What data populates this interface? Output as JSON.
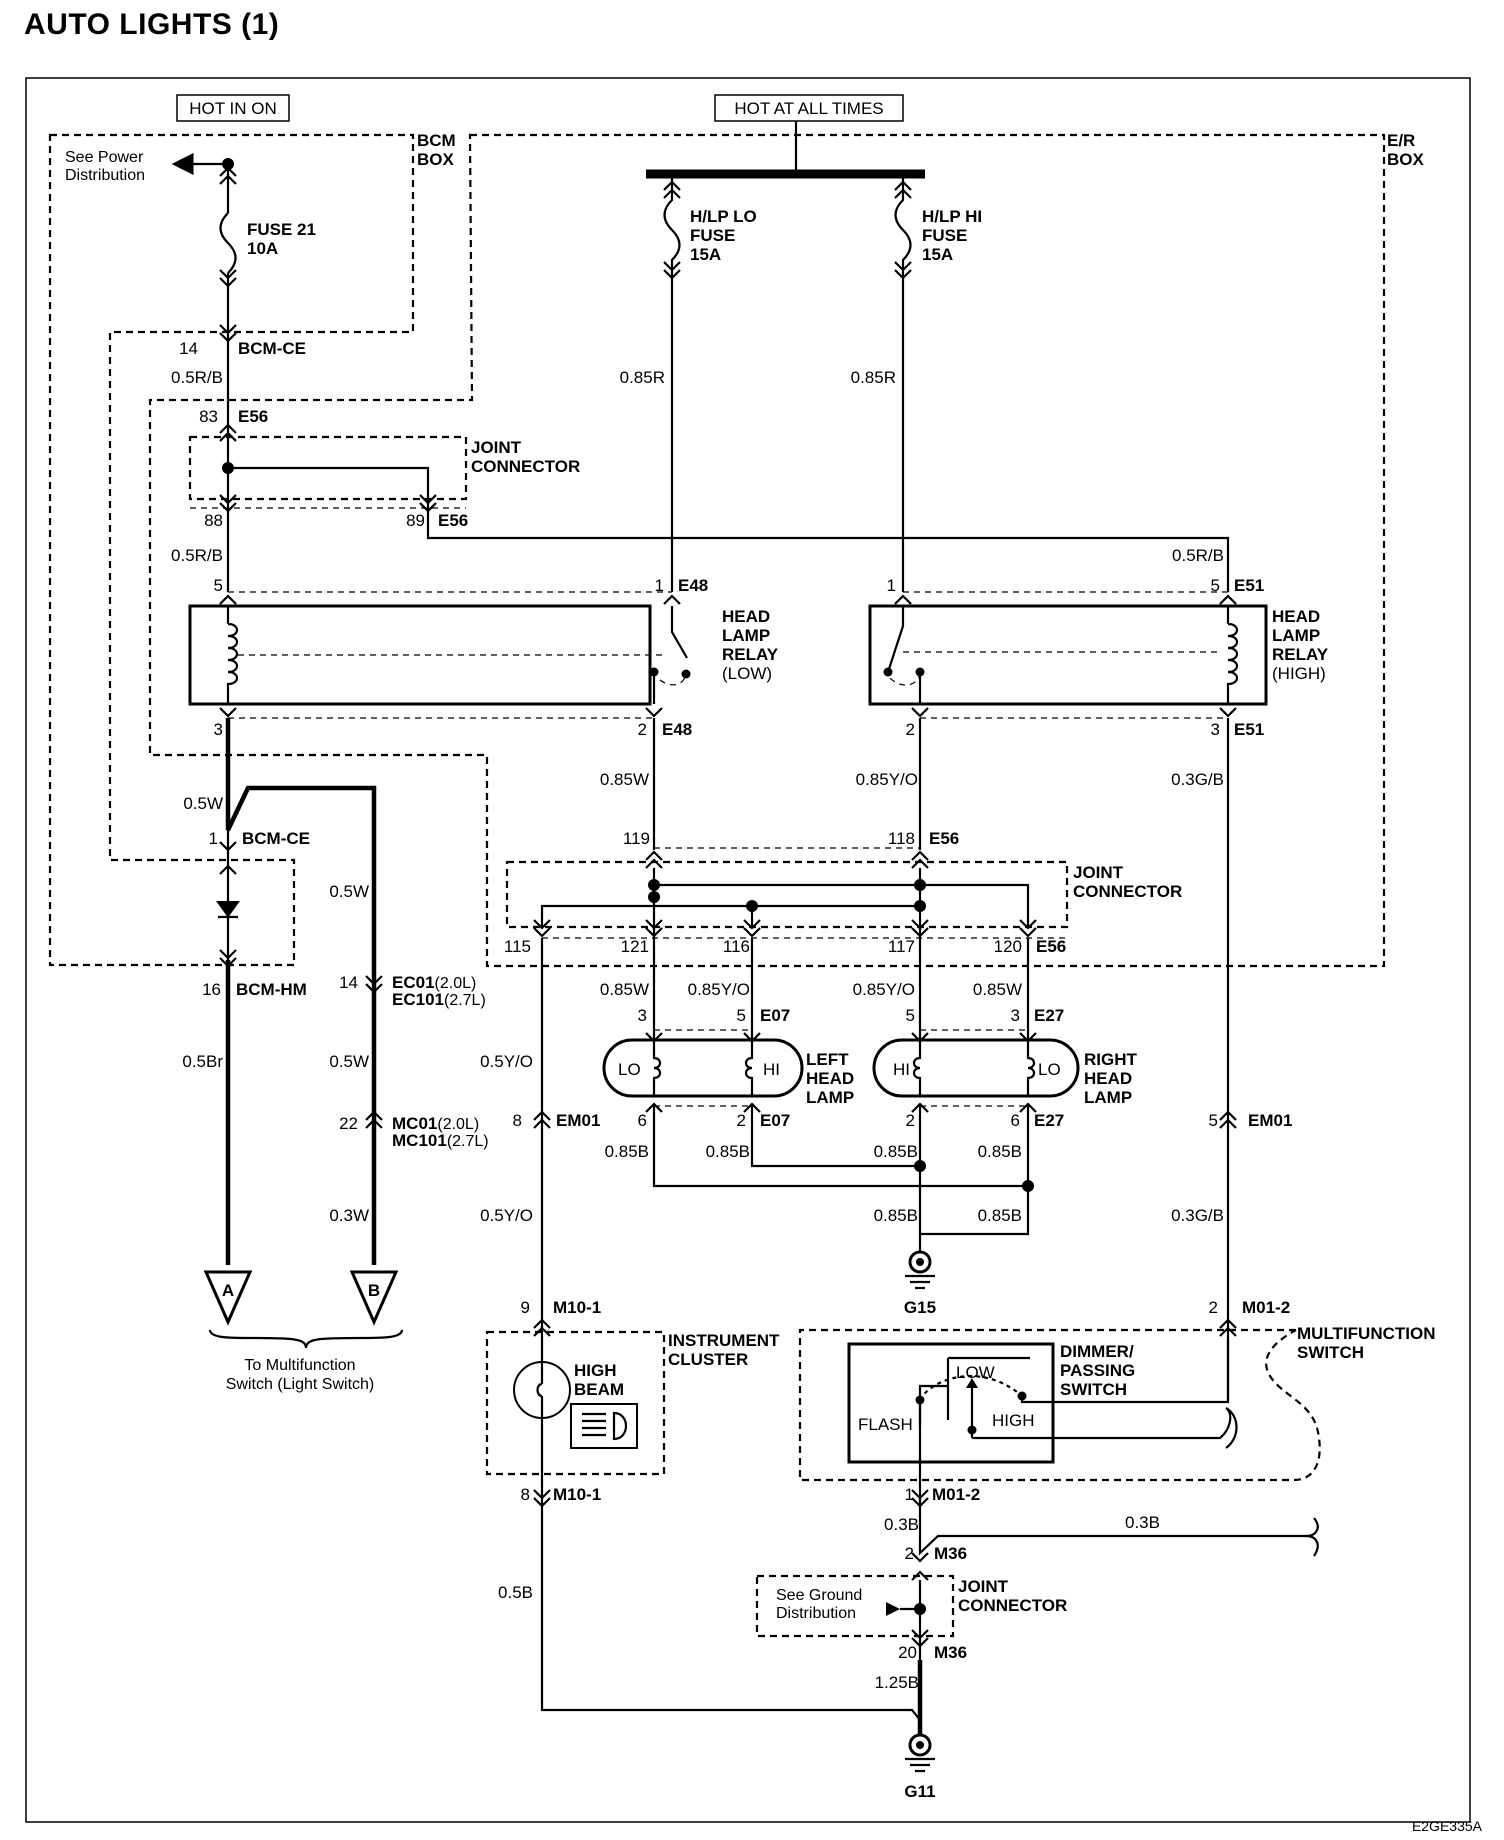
{
  "title": "AUTO LIGHTS (1)",
  "code": "E2GE335A",
  "sources": {
    "hot_in_on": "HOT IN ON",
    "hot_at_all_times": "HOT AT ALL TIMES"
  },
  "boxes": {
    "bcm": [
      "BCM",
      "BOX"
    ],
    "er": [
      "E/R",
      "BOX"
    ]
  },
  "notes": {
    "see_power": [
      "See Power",
      "Distribution"
    ],
    "see_ground": [
      "See Ground",
      "Distribution"
    ],
    "to_multifunction": [
      "To Multifunction",
      "Switch (Light Switch)"
    ]
  },
  "fuses": {
    "fuse21": [
      "FUSE 21",
      "10A"
    ],
    "hlp_lo": [
      "H/LP LO",
      "FUSE",
      "15A"
    ],
    "hlp_hi": [
      "H/LP HI",
      "FUSE",
      "15A"
    ]
  },
  "components": {
    "joint_connector": [
      "JOINT",
      "CONNECTOR"
    ],
    "relay_low": [
      "HEAD",
      "LAMP",
      "RELAY",
      "(LOW)"
    ],
    "relay_high": [
      "HEAD",
      "LAMP",
      "RELAY",
      "(HIGH)"
    ],
    "left_lamp": [
      "LEFT",
      "HEAD",
      "LAMP"
    ],
    "right_lamp": [
      "RIGHT",
      "HEAD",
      "LAMP"
    ],
    "instrument_cluster": [
      "INSTRUMENT",
      "CLUSTER"
    ],
    "high_beam": [
      "HIGH",
      "BEAM"
    ],
    "dimmer": [
      "DIMMER/",
      "PASSING",
      "SWITCH"
    ],
    "multifunction": [
      "MULTIFUNCTION",
      "SWITCH"
    ],
    "switch_positions": {
      "low": "LOW",
      "high": "HIGH",
      "flash": "FLASH"
    },
    "lamp_lo": "LO",
    "lamp_hi": "HI"
  },
  "grounds": {
    "g15": "G15",
    "g11": "G11"
  },
  "connector_a": "A",
  "connector_b": "B",
  "labels": [
    [
      "14",
      198,
      354,
      "end",
      "lbl"
    ],
    [
      "BCM-CE",
      238,
      354,
      "start",
      "bl"
    ],
    [
      "0.5R/B",
      223,
      383,
      "end",
      "lbl"
    ],
    [
      "83",
      218,
      422,
      "end",
      "lbl"
    ],
    [
      "E56",
      238,
      422,
      "start",
      "bl"
    ],
    [
      "88",
      223,
      526,
      "end",
      "lbl"
    ],
    [
      "89",
      425,
      526,
      "end",
      "lbl"
    ],
    [
      "E56",
      438,
      526,
      "start",
      "bl"
    ],
    [
      "0.5R/B",
      223,
      561,
      "end",
      "lbl"
    ],
    [
      "0.85R",
      665,
      383,
      "end",
      "lbl"
    ],
    [
      "0.85R",
      896,
      383,
      "end",
      "lbl"
    ],
    [
      "0.5R/B",
      1224,
      561,
      "end",
      "lbl"
    ],
    [
      "5",
      223,
      591,
      "end",
      "lbl"
    ],
    [
      "1",
      664,
      591,
      "end",
      "lbl"
    ],
    [
      "E48",
      678,
      591,
      "start",
      "bl"
    ],
    [
      "1",
      896,
      591,
      "end",
      "lbl"
    ],
    [
      "5",
      1220,
      591,
      "end",
      "lbl"
    ],
    [
      "E51",
      1234,
      591,
      "start",
      "bl"
    ],
    [
      "3",
      223,
      735,
      "end",
      "lbl"
    ],
    [
      "2",
      647,
      735,
      "end",
      "lbl"
    ],
    [
      "E48",
      662,
      735,
      "start",
      "bl"
    ],
    [
      "2",
      915,
      735,
      "end",
      "lbl"
    ],
    [
      "3",
      1220,
      735,
      "end",
      "lbl"
    ],
    [
      "E51",
      1234,
      735,
      "start",
      "bl"
    ],
    [
      "0.85W",
      649,
      785,
      "end",
      "lbl"
    ],
    [
      "0.85Y/O",
      918,
      785,
      "end",
      "lbl"
    ],
    [
      "0.3G/B",
      1224,
      785,
      "end",
      "lbl"
    ],
    [
      "0.5W",
      223,
      809,
      "end",
      "lbl"
    ],
    [
      "1",
      218,
      844,
      "end",
      "lbl"
    ],
    [
      "BCM-CE",
      242,
      844,
      "start",
      "bl"
    ],
    [
      "119",
      650,
      844,
      "end",
      "lbl"
    ],
    [
      "118",
      915,
      844,
      "end",
      "lbl"
    ],
    [
      "E56",
      929,
      844,
      "start",
      "bl"
    ],
    [
      "0.5W",
      369,
      897,
      "end",
      "lbl"
    ],
    [
      "115",
      531,
      952,
      "end",
      "lbl"
    ],
    [
      "121",
      649,
      952,
      "end",
      "lbl"
    ],
    [
      "116",
      750,
      952,
      "end",
      "lbl"
    ],
    [
      "117",
      915,
      952,
      "end",
      "lbl"
    ],
    [
      "120",
      1022,
      952,
      "end",
      "lbl"
    ],
    [
      "E56",
      1036,
      952,
      "start",
      "bl"
    ],
    [
      "16",
      221,
      995,
      "end",
      "lbl"
    ],
    [
      "BCM-HM",
      236,
      995,
      "start",
      "bl"
    ],
    [
      "14",
      358,
      988,
      "end",
      "lbl"
    ],
    [
      "0.85W",
      649,
      995,
      "end",
      "lbl"
    ],
    [
      "0.85Y/O",
      750,
      995,
      "end",
      "lbl"
    ],
    [
      "0.85Y/O",
      915,
      995,
      "end",
      "lbl"
    ],
    [
      "0.85W",
      1022,
      995,
      "end",
      "lbl"
    ],
    [
      "3",
      647,
      1021,
      "end",
      "lbl"
    ],
    [
      "5",
      746,
      1021,
      "end",
      "lbl"
    ],
    [
      "E07",
      760,
      1021,
      "start",
      "bl"
    ],
    [
      "5",
      915,
      1021,
      "end",
      "lbl"
    ],
    [
      "3",
      1020,
      1021,
      "end",
      "lbl"
    ],
    [
      "E27",
      1034,
      1021,
      "start",
      "bl"
    ],
    [
      "0.5Br",
      223,
      1067,
      "end",
      "lbl"
    ],
    [
      "0.5W",
      369,
      1067,
      "end",
      "lbl"
    ],
    [
      "0.5Y/O",
      533,
      1067,
      "end",
      "lbl"
    ],
    [
      "6",
      647,
      1126,
      "end",
      "lbl"
    ],
    [
      "2",
      746,
      1126,
      "end",
      "lbl"
    ],
    [
      "E07",
      760,
      1126,
      "start",
      "bl"
    ],
    [
      "2",
      915,
      1126,
      "end",
      "lbl"
    ],
    [
      "6",
      1020,
      1126,
      "end",
      "lbl"
    ],
    [
      "E27",
      1034,
      1126,
      "start",
      "bl"
    ],
    [
      "8",
      522,
      1126,
      "end",
      "lbl"
    ],
    [
      "EM01",
      556,
      1126,
      "start",
      "bl"
    ],
    [
      "5",
      1218,
      1126,
      "end",
      "lbl"
    ],
    [
      "EM01",
      1248,
      1126,
      "start",
      "bl"
    ],
    [
      "22",
      358,
      1129,
      "end",
      "lbl"
    ],
    [
      "0.85B",
      649,
      1157,
      "end",
      "lbl"
    ],
    [
      "0.85B",
      750,
      1157,
      "end",
      "lbl"
    ],
    [
      "0.85B",
      918,
      1157,
      "end",
      "lbl"
    ],
    [
      "0.85B",
      1022,
      1157,
      "end",
      "lbl"
    ],
    [
      "0.3W",
      369,
      1221,
      "end",
      "lbl"
    ],
    [
      "0.5Y/O",
      533,
      1221,
      "end",
      "lbl"
    ],
    [
      "0.85B",
      918,
      1221,
      "end",
      "lbl"
    ],
    [
      "0.85B",
      1022,
      1221,
      "end",
      "lbl"
    ],
    [
      "0.3G/B",
      1224,
      1221,
      "end",
      "lbl"
    ],
    [
      "9",
      530,
      1313,
      "end",
      "lbl"
    ],
    [
      "M10-1",
      553,
      1313,
      "start",
      "bl"
    ],
    [
      "2",
      1218,
      1313,
      "end",
      "lbl"
    ],
    [
      "M01-2",
      1242,
      1313,
      "start",
      "bl"
    ],
    [
      "8",
      530,
      1500,
      "end",
      "lbl"
    ],
    [
      "M10-1",
      553,
      1500,
      "start",
      "bl"
    ],
    [
      "1",
      914,
      1500,
      "end",
      "lbl"
    ],
    [
      "M01-2",
      932,
      1500,
      "start",
      "bl"
    ],
    [
      "0.3B",
      919,
      1530,
      "end",
      "lbl"
    ],
    [
      "0.3B",
      1125,
      1528,
      "start",
      "lbl"
    ],
    [
      "2",
      914,
      1559,
      "end",
      "lbl"
    ],
    [
      "M36",
      934,
      1559,
      "start",
      "bl"
    ],
    [
      "0.5B",
      533,
      1598,
      "end",
      "lbl"
    ],
    [
      "20",
      917,
      1658,
      "end",
      "lbl"
    ],
    [
      "M36",
      934,
      1658,
      "start",
      "bl"
    ],
    [
      "1.25B",
      919,
      1688,
      "end",
      "lbl"
    ]
  ],
  "engine_labels": [
    [
      "EC01",
      "(2.0L)",
      392,
      988
    ],
    [
      "EC101",
      "(2.7L)",
      392,
      1005
    ],
    [
      "MC01",
      "(2.0L)",
      392,
      1129
    ],
    [
      "MC101",
      "(2.7L)",
      392,
      1146
    ]
  ]
}
